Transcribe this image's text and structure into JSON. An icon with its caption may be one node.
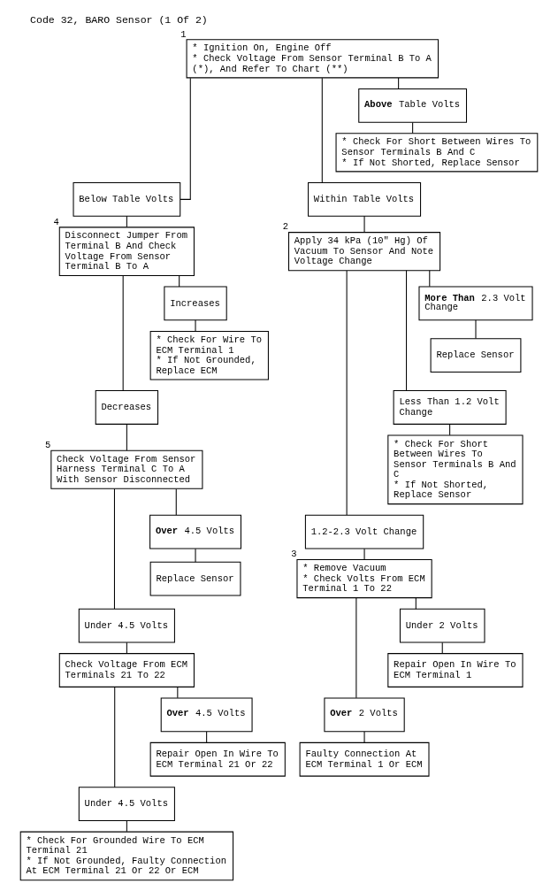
{
  "diagram": {
    "title": "Code 32, BARO Sensor (1 Of 2)",
    "nodes": [
      {
        "text": [
          "* Ignition On, Engine Off",
          "* Check Voltage From Sensor Terminal B To A (*), And Refer To Chart (**)"
        ],
        "beside": [
          "1"
        ]
      },
      {
        "text": [
          "**Above** Table Volts"
        ]
      },
      {
        "text": [
          "* Check For Short Between Wires To Sensor Terminals B And C",
          "* If Not Shorted, Replace Sensor"
        ]
      },
      {
        "text": [
          "Below Table Volts"
        ]
      },
      {
        "text": [
          "Disconnect Jumper From Terminal B And Check Voltage From Sensor Terminal B To A"
        ],
        "beside": [
          "4"
        ]
      },
      {
        "text": [
          "Increases"
        ]
      },
      {
        "text": [
          "* Check For Wire To ECM Terminal 1",
          "* If Not Grounded, Replace ECM"
        ]
      },
      {
        "text": [
          "Decreases"
        ]
      },
      {
        "text": [
          "Check Voltage From Sensor Harness Terminal C To A With Sensor Disconnected"
        ],
        "beside": [
          "5"
        ]
      },
      {
        "text": [
          "**Over** 4.5 Volts"
        ]
      },
      {
        "text": [
          "Replace Sensor"
        ]
      },
      {
        "text": [
          "Under 4.5 Volts"
        ]
      },
      {
        "text": [
          "Check Voltage From ECM Terminals 21 To 22"
        ]
      },
      {
        "text": [
          "**Over** 4.5 Volts"
        ]
      },
      {
        "text": [
          "Repair Open In Wire To ECM Terminal 21 Or 22"
        ]
      },
      {
        "text": [
          "Under 4.5 Volts"
        ]
      },
      {
        "text": [
          "* Check For Grounded Wire To ECM Terminal 21",
          "* If Not Grounded, Faulty Connection At ECM Terminal 21 Or 22 Or ECM"
        ]
      },
      {
        "text": [
          "Within Table Volts"
        ]
      },
      {
        "text": [
          "Apply 34 kPa (10\" Hg) Of Vacuum To Sensor And Note Voltage Change"
        ],
        "beside": [
          "2"
        ]
      },
      {
        "text": [
          "**More Than** 2.3 Volt Change"
        ]
      },
      {
        "text": [
          "Replace Sensor"
        ]
      },
      {
        "text": [
          "Less Than 1.2 Volt Change"
        ]
      },
      {
        "text": [
          "* Check For Short Between Wires To Sensor Terminals B And C",
          "* If Not Shorted, Replace Sensor"
        ]
      },
      {
        "text": [
          "1.2-2.3 Volt Change"
        ]
      },
      {
        "text": [
          "* Remove Vacuum",
          "* Check Volts From ECM Terminal 1 To 22"
        ],
        "beside": [
          "3"
        ]
      },
      {
        "text": [
          "Under 2 Volts"
        ]
      },
      {
        "text": [
          "Repair Open In Wire To ECM Terminal 1"
        ]
      },
      {
        "text": [
          "**Over** 2 Volts"
        ]
      },
      {
        "text": [
          "Faulty Connection At ECM Terminal 1 Or ECM"
        ]
      }
    ],
    "edges": [
      {
        "from": 0,
        "to": 3,
        "arrow": "none"
      },
      {
        "from": 0,
        "to": 17,
        "arrow": "none"
      },
      {
        "from": 0,
        "to": 1,
        "arrow": "none"
      },
      {
        "from": 1,
        "to": 2,
        "arrow": "none"
      },
      {
        "from": 3,
        "to": 4,
        "arrow": "none"
      },
      {
        "from": 4,
        "to": 7,
        "arrow": "none"
      },
      {
        "from": 4,
        "to": 5,
        "arrow": "none"
      },
      {
        "from": 5,
        "to": 6,
        "arrow": "none"
      },
      {
        "from": 7,
        "to": 8,
        "arrow": "none"
      },
      {
        "from": 8,
        "to": 11,
        "arrow": "none"
      },
      {
        "from": 8,
        "to": 9,
        "arrow": "none"
      },
      {
        "from": 9,
        "to": 10,
        "arrow": "none"
      },
      {
        "from": 11,
        "to": 12,
        "arrow": "none"
      },
      {
        "from": 12,
        "to": 15,
        "arrow": "none"
      },
      {
        "from": 12,
        "to": 13,
        "arrow": "none"
      },
      {
        "from": 13,
        "to": 14,
        "arrow": "none"
      },
      {
        "from": 15,
        "to": 16,
        "arrow": "none"
      },
      {
        "from": 17,
        "to": 18,
        "arrow": "none"
      },
      {
        "from": 18,
        "to": 23,
        "arrow": "none"
      },
      {
        "from": 18,
        "to": 21,
        "arrow": "none"
      },
      {
        "from": 18,
        "to": 19,
        "arrow": "none"
      },
      {
        "from": 19,
        "to": 20,
        "arrow": "none"
      },
      {
        "from": 21,
        "to": 22,
        "arrow": "none"
      },
      {
        "from": 23,
        "to": 24,
        "arrow": "none"
      },
      {
        "from": 24,
        "to": 27,
        "arrow": "none"
      },
      {
        "from": 24,
        "to": 25,
        "arrow": "none"
      },
      {
        "from": 25,
        "to": 26,
        "arrow": "none"
      },
      {
        "from": 27,
        "to": 28,
        "arrow": "none"
      }
    ]
  }
}
